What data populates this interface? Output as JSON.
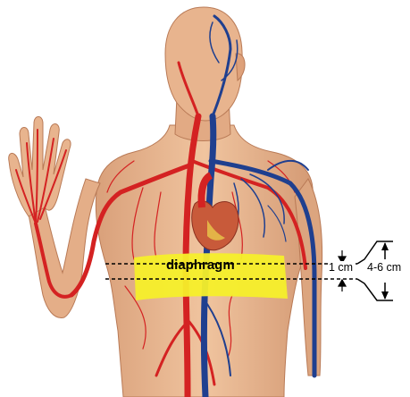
{
  "labels": {
    "diaphragm": "diaphragm",
    "small_distance": "1 cm",
    "large_distance": "4-6 cm"
  },
  "colors": {
    "skin": "#e8b48e",
    "skin_shadow": "#c98862",
    "artery": "#d42222",
    "vein": "#1f3f8f",
    "heart": "#c85a3a",
    "heart_fat": "#e8c24a",
    "diaphragm_band": "#f6ef2a",
    "dashed_line": "#000000"
  }
}
